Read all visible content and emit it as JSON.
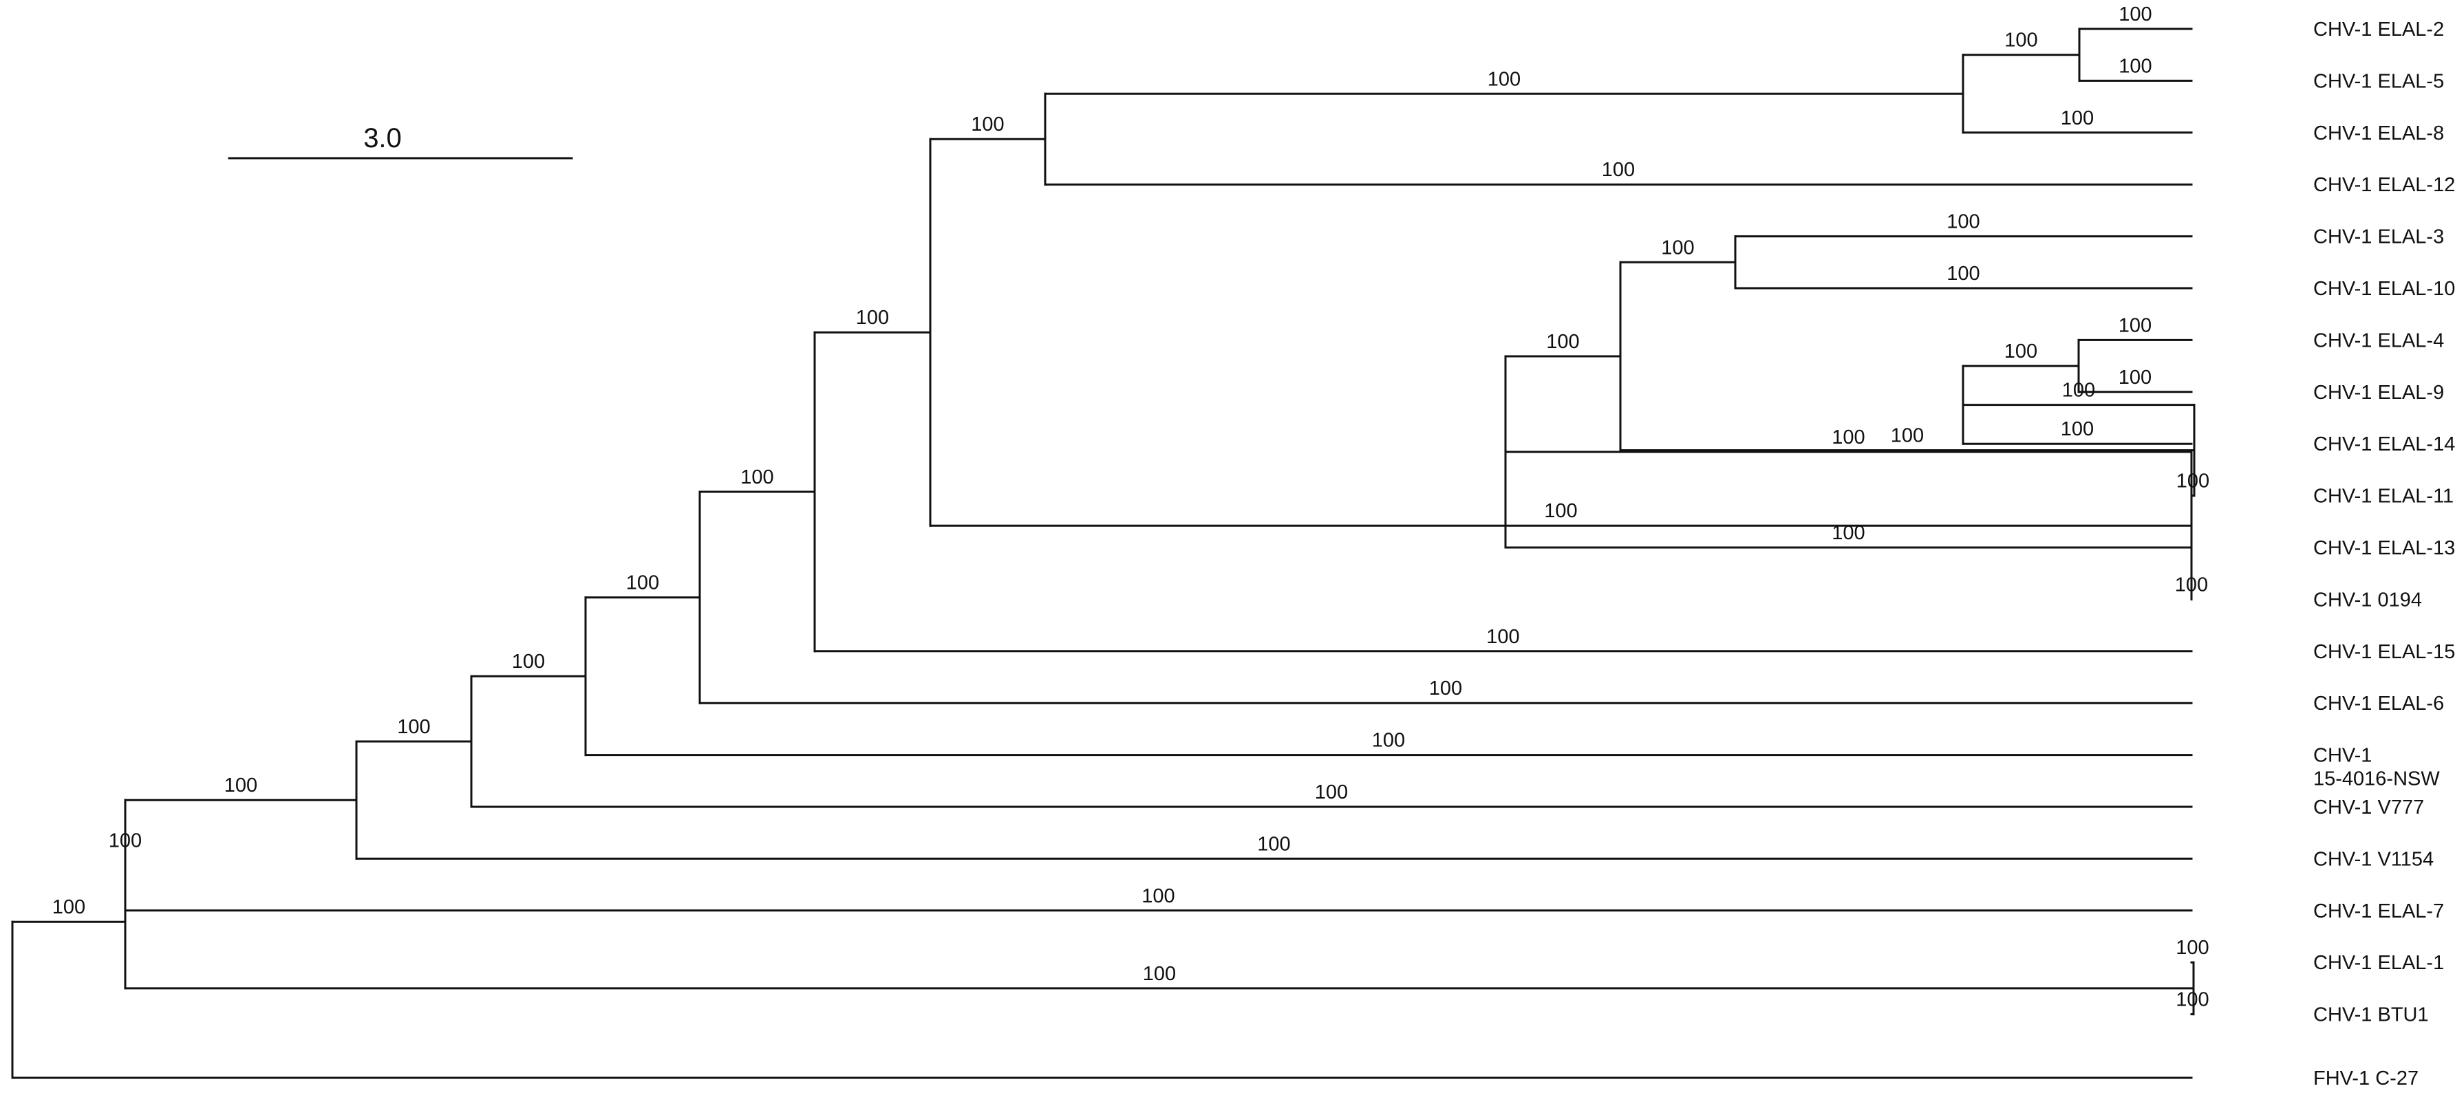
{
  "scale_bar": {
    "label": "3.0"
  },
  "colors": {
    "branch": "#111111",
    "label": "#111111",
    "outgroup": "#e8231c"
  },
  "tree": {
    "children": [
      {
        "support": "100",
        "children": [
          {
            "support": "100",
            "children": [
              {
                "support": "100",
                "children": [
                  {
                    "support": "100",
                    "children": [
                      {
                        "support": "100",
                        "children": [
                          {
                            "support": "100",
                            "children": [
                              {
                                "support": "100",
                                "children": [
                                  {
                                    "support": "100",
                                    "children": [
                                      {
                                        "support": "100",
                                        "children": [
                                          {
                                            "support": "100",
                                            "children": [
                                              {
                                                "support": "100",
                                                "label": "CHV-1 ELAL-2"
                                              },
                                              {
                                                "support": "100",
                                                "label": "CHV-1 ELAL-5"
                                              }
                                            ]
                                          },
                                          {
                                            "support": "100",
                                            "label": "CHV-1 ELAL-8"
                                          }
                                        ]
                                      },
                                      {
                                        "support": "100",
                                        "label": "CHV-1 ELAL-12"
                                      }
                                    ]
                                  },
                                  {
                                    "support": "100",
                                    "children": [
                                      {
                                        "support": "100",
                                        "children": [
                                          {
                                            "support": "100",
                                            "children": [
                                              {
                                                "support": "100",
                                                "children": [
                                                  {
                                                    "support": "100",
                                                    "label": "CHV-1 ELAL-3"
                                                  },
                                                  {
                                                    "support": "100",
                                                    "label": "CHV-1 ELAL-10"
                                                  }
                                                ]
                                              },
                                              {
                                                "support": "100",
                                                "children": [
                                                  {
                                                    "support": "100",
                                                    "children": [
                                                      {
                                                        "support": "100",
                                                        "children": [
                                                          {
                                                            "support": "100",
                                                            "label": "CHV-1 ELAL-4"
                                                          },
                                                          {
                                                            "support": "100",
                                                            "label": "CHV-1 ELAL-9"
                                                          }
                                                        ]
                                                      },
                                                      {
                                                        "support": "100",
                                                        "label": "CHV-1 ELAL-14"
                                                      }
                                                    ]
                                                  },
                                                  {
                                                    "support": "100",
                                                    "label": "CHV-1 ELAL-11"
                                                  }
                                                ]
                                              }
                                            ]
                                          },
                                          {
                                            "support": "100",
                                            "label": "CHV-1 ELAL-13"
                                          }
                                        ]
                                      },
                                      {
                                        "support": "100",
                                        "label": "CHV-1 0194"
                                      }
                                    ]
                                  }
                                ]
                              },
                              {
                                "support": "100",
                                "label": "CHV-1 ELAL-15"
                              }
                            ]
                          },
                          {
                            "support": "100",
                            "label": "CHV-1 ELAL-6"
                          }
                        ]
                      },
                      {
                        "support": "100",
                        "label": [
                          "CHV-1",
                          "15-4016-NSW"
                        ]
                      }
                    ]
                  },
                  {
                    "support": "100",
                    "label": "CHV-1 V777"
                  }
                ]
              },
              {
                "support": "100",
                "label": "CHV-1 V1154"
              }
            ]
          },
          {
            "support": "100",
            "label": "CHV-1 ELAL-7"
          }
        ]
      },
      {
        "support": "100",
        "children": [
          {
            "support": "100",
            "label": "CHV-1 ELAL-1"
          },
          {
            "support": "100",
            "label": "CHV-1 BTU1"
          }
        ]
      }
    ]
  },
  "outgroup": {
    "label": "FHV-1 C-27"
  }
}
